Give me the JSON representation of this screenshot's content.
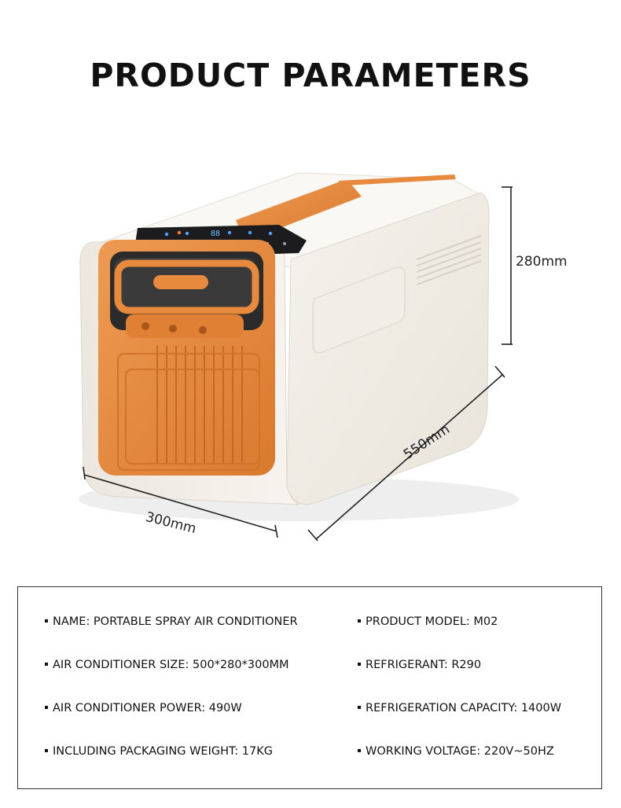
{
  "title": "PRODUCT PARAMETERS",
  "dimensions": {
    "height": "280mm",
    "depth": "550mm",
    "width": "300mm"
  },
  "product_colors": {
    "body": "#f6f3ee",
    "accent": "#e88a3e",
    "panel": "#1c1c1e"
  },
  "params": [
    {
      "left": "NAME: PORTABLE SPRAY AIR CONDITIONER",
      "right": "PRODUCT MODEL: M02"
    },
    {
      "left": "AIR CONDITIONER SIZE: 500*280*300MM",
      "right": "REFRIGERANT: R290"
    },
    {
      "left": "AIR CONDITIONER POWER: 490W",
      "right": "REFRIGERATION CAPACITY: 1400W"
    },
    {
      "left": "INCLUDING PACKAGING WEIGHT: 17KG",
      "right": "WORKING VOLTAGE: 220V~50HZ"
    }
  ]
}
